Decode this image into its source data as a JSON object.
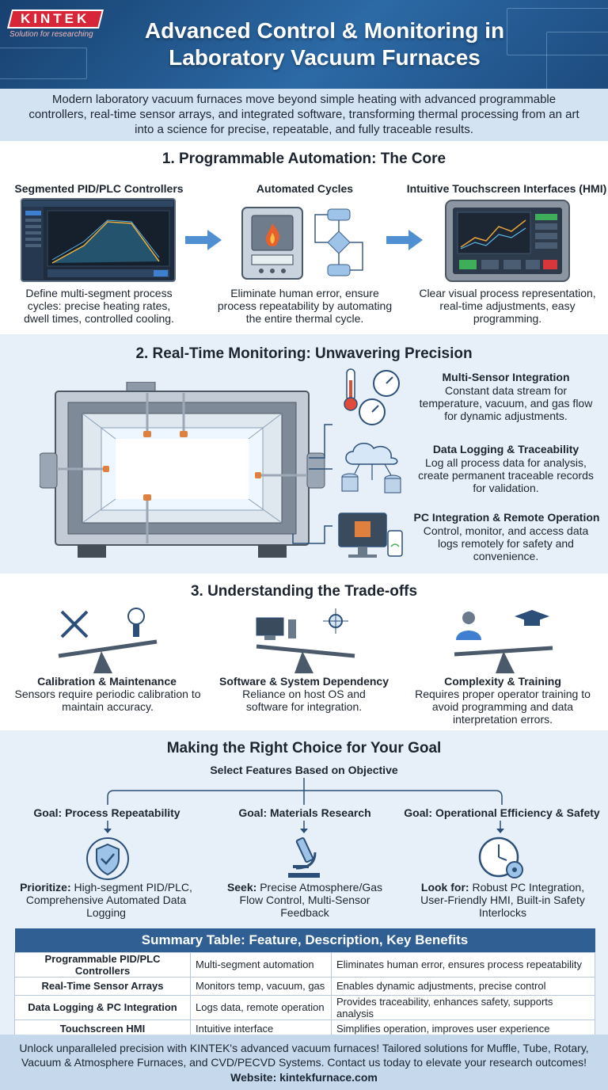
{
  "header": {
    "logo": "KINTEK",
    "tagline": "Solution for researching",
    "title": "Advanced Control & Monitoring in Laboratory Vacuum Furnaces"
  },
  "intro": "Modern laboratory vacuum furnaces move beyond simple heating with advanced programmable controllers, real-time sensor arrays, and integrated software, transforming thermal processing from an art into a science for precise, repeatable, and fully traceable results.",
  "section1": {
    "title": "1. Programmable Automation: The Core",
    "items": [
      {
        "title": "Segmented PID/PLC Controllers",
        "text": "Define multi-segment process cycles: precise heating rates, dwell times, controlled cooling."
      },
      {
        "title": "Automated Cycles",
        "text": "Eliminate human error, ensure process repeatability by automating the entire thermal cycle."
      },
      {
        "title": "Intuitive Touchscreen Interfaces (HMI)",
        "text": "Clear visual process representation, real-time adjustments, easy programming."
      }
    ]
  },
  "section2": {
    "title": "2. Real-Time Monitoring: Unwavering Precision",
    "items": [
      {
        "title": "Multi-Sensor Integration",
        "text": "Constant data stream for temperature, vacuum, and gas flow for dynamic adjustments."
      },
      {
        "title": "Data Logging & Traceability",
        "text": "Log all process data for analysis, create permanent traceable records for validation."
      },
      {
        "title": "PC Integration & Remote Operation",
        "text": "Control, monitor, and access data logs remotely for safety and convenience."
      }
    ]
  },
  "section3": {
    "title": "3. Understanding the Trade-offs",
    "items": [
      {
        "title": "Calibration & Maintenance",
        "text": "Sensors require periodic calibration to maintain accuracy."
      },
      {
        "title": "Software & System Dependency",
        "text": "Reliance on host OS and software for integration."
      },
      {
        "title": "Complexity & Training",
        "text": "Requires proper operator training to avoid programming and data interpretation errors."
      }
    ]
  },
  "section4": {
    "title": "Making the Right Choice for Your Goal",
    "subtitle": "Select Features Based on Objective",
    "goals": [
      {
        "goal": "Goal: Process Repeatability",
        "lead": "Prioritize:",
        "text": "High-segment PID/PLC, Comprehensive Automated Data Logging"
      },
      {
        "goal": "Goal: Materials Research",
        "lead": "Seek:",
        "text": "Precise Atmosphere/Gas Flow Control, Multi-Sensor Feedback"
      },
      {
        "goal": "Goal: Operational Efficiency & Safety",
        "lead": "Look for:",
        "text": "Robust PC Integration, User-Friendly HMI, Built-in Safety Interlocks"
      }
    ]
  },
  "table": {
    "title": "Summary Table: Feature, Description, Key Benefits",
    "rows": [
      [
        "Programmable PID/PLC Controllers",
        "Multi-segment automation",
        "Eliminates human error, ensures process repeatability"
      ],
      [
        "Real-Time Sensor Arrays",
        "Monitors temp, vacuum, gas",
        "Enables dynamic adjustments, precise control"
      ],
      [
        "Data Logging & PC Integration",
        "Logs data, remote operation",
        "Provides traceability, enhances safety, supports analysis"
      ],
      [
        "Touchscreen HMI",
        "Intuitive interface",
        "Simplifies operation, improves user experience"
      ]
    ]
  },
  "footer": {
    "text": "Unlock unparalleled precision with KINTEK's advanced vacuum furnaces! Tailored solutions for Muffle, Tube, Rotary, Vacuum & Atmosphere Furnaces, and CVD/PECVD Systems. Contact us today to elevate your research outcomes!",
    "website": "Website: kintekfurnace.com"
  },
  "colors": {
    "primary": "#2f5f93",
    "accent": "#d72638",
    "light": "#e7f0f8"
  }
}
